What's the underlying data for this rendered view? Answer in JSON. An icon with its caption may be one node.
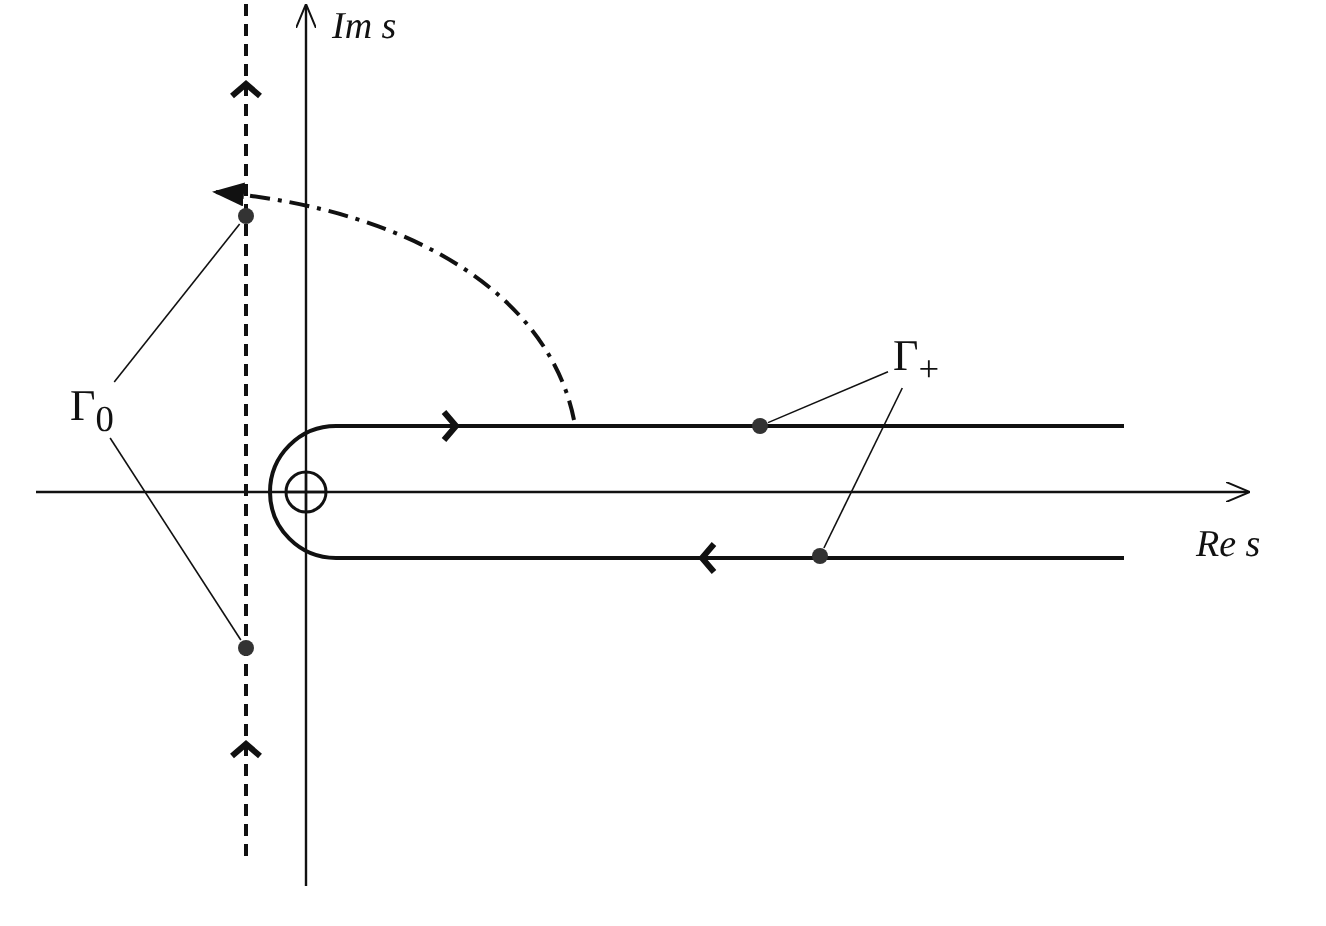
{
  "diagram": {
    "nodes": [
      {
        "text": [
          "Γ$_{0}$"
        ]
      },
      {
        "text": [],
        "shape": "circle"
      },
      {
        "text": [],
        "shape": "circle"
      },
      {
        "text": [
          "Γ$_{+}$"
        ]
      },
      {
        "text": [],
        "shape": "circle"
      },
      {
        "text": [],
        "shape": "circle"
      }
    ],
    "edges": [
      {
        "from": 0,
        "to": 1,
        "arrow": "none"
      },
      {
        "from": 0,
        "to": 2,
        "arrow": "none"
      },
      {
        "from": 3,
        "to": 4,
        "arrow": "none"
      },
      {
        "from": 3,
        "to": 5,
        "arrow": "none"
      }
    ],
    "labels": [
      "Im s",
      "Re s"
    ]
  }
}
